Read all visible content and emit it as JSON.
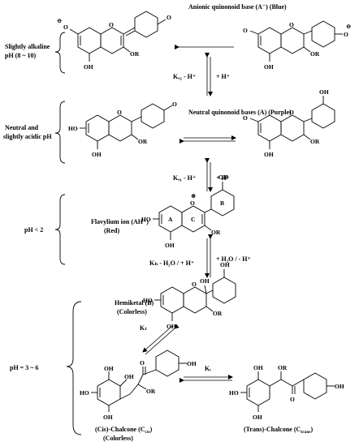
{
  "species": {
    "anionic": "Anionic quinonoid base (A⁻)  (Blue)",
    "neutral": "Neutral quinonoid bases (A)   (Purple)",
    "flavylium_l1": "Flavylium ion (AH⁺)",
    "flavylium_l2": "(Red)",
    "hemiketal_l1": "Hemiketal (B)",
    "hemiketal_l2": "(Colorless)",
    "cis_l1": "(Cis)-Chalcone (C",
    "cis_sub": "cis",
    "cis_close": ")",
    "cis_l2": "(Colorless)",
    "trans_l1": "(Trans)-Chalcone (C",
    "trans_sub": "trans",
    "trans_close": ")"
  },
  "ph": {
    "alkaline_l1": "Slightly alkaline",
    "alkaline_l2": "pH (8 ~ 10)",
    "neutral_l1": "Neutral and",
    "neutral_l2": "slightly acidic pH",
    "acidic": "pH < 2",
    "mid": "pH = 3 ~ 6"
  },
  "equilibria": {
    "ka2": "Kₐ₂ - H⁺",
    "h1": "+ H⁺",
    "ka1": "Kₐ₁ - H⁺",
    "h2": "+ H⁺",
    "kh": "Kₕ - H₂O / + H⁺",
    "h2o": "+ H₂O / - H⁺",
    "kt": "Kₜ",
    "ki": "Kᵢ"
  },
  "atoms": {
    "o": "O",
    "o_minus": "⊖",
    "o_plus": "⊕",
    "oh": "OH",
    "ho": "HO",
    "or": "OR",
    "ring_a": "A",
    "ring_b": "B",
    "ring_c": "C"
  }
}
